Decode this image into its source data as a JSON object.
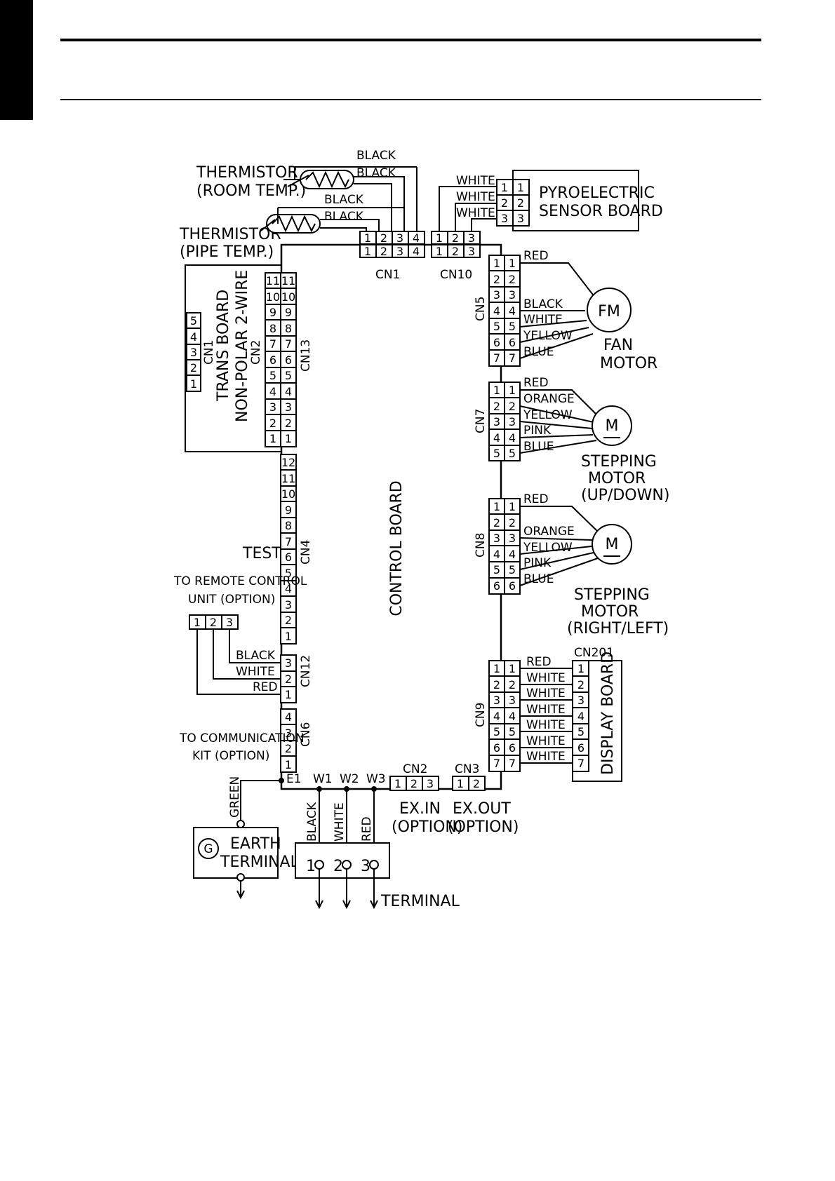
{
  "labels": {
    "thermistor_room_title": "THERMISTOR",
    "thermistor_room_sub": "(ROOM TEMP.)",
    "thermistor_pipe_title": "THERMISTOR",
    "thermistor_pipe_sub": "(PIPE TEMP.)",
    "pyro_line1": "PYROELECTRIC",
    "pyro_line2": "SENSOR BOARD",
    "cn1": "CN1",
    "cn10": "CN10",
    "cn5": "CN5",
    "cn7": "CN7",
    "cn8": "CN8",
    "cn9": "CN9",
    "cn201": "CN201",
    "cn13": "CN13",
    "cn4": "CN4",
    "cn12": "CN12",
    "cn6": "CN6",
    "cn2_bottom": "CN2",
    "cn3_bottom": "CN3",
    "trans_cn1": "CN1",
    "trans_cn2": "CN2",
    "trans_line1": "TRANS BOARD",
    "trans_line2": "NON-POLAR 2-WIRE",
    "control_board": "CONTROL BOARD",
    "fm": "FM",
    "fan_motor_1": "FAN",
    "fan_motor_2": "MOTOR",
    "step_ud_1": "STEPPING",
    "step_ud_2": "MOTOR",
    "step_ud_3": "(UP/DOWN)",
    "step_rl_1": "STEPPING",
    "step_rl_2": "MOTOR",
    "step_rl_3": "(RIGHT/LEFT)",
    "m_symbol": "M",
    "display_board": "DISPLAY BOARD",
    "test": "TEST",
    "remote_1": "TO REMOTE CONTROL",
    "remote_2": "UNIT (OPTION)",
    "comm_1": "TO COMMUNICATION",
    "comm_2": "KIT (OPTION)",
    "e1": "E1",
    "w1": "W1",
    "w2": "W2",
    "w3": "W3",
    "exin_1": "EX.IN",
    "exin_2": "(OPTION)",
    "exout_1": "EX.OUT",
    "exout_2": "(OPTION)",
    "earth_1": "EARTH",
    "earth_2": "TERMINAL",
    "earth_symbol": "G",
    "terminal": "TERMINAL",
    "t1": "1",
    "t2": "2",
    "t3": "3"
  },
  "wires": {
    "room_black_1": "BLACK",
    "room_black_2": "BLACK",
    "pipe_black_1": "BLACK",
    "pipe_black_2": "BLACK",
    "pyro_white_1": "WHITE",
    "pyro_white_2": "WHITE",
    "pyro_white_3": "WHITE",
    "cn5_red": "RED",
    "cn5_black": "BLACK",
    "cn5_white": "WHITE",
    "cn5_yellow": "YELLOW",
    "cn5_blue": "BLUE",
    "cn7_red": "RED",
    "cn7_orange": "ORANGE",
    "cn7_yellow": "YELLOW",
    "cn7_pink": "PINK",
    "cn7_blue": "BLUE",
    "cn8_red": "RED",
    "cn8_orange": "ORANGE",
    "cn8_yellow": "YELLOW",
    "cn8_pink": "PINK",
    "cn8_blue": "BLUE",
    "cn9_red": "RED",
    "cn9_white_1": "WHITE",
    "cn9_white_2": "WHITE",
    "cn9_white_3": "WHITE",
    "cn9_white_4": "WHITE",
    "cn9_white_5": "WHITE",
    "cn9_white_6": "WHITE",
    "cn12_black": "BLACK",
    "cn12_white": "WHITE",
    "cn12_red": "RED",
    "green": "GREEN",
    "w_black": "BLACK",
    "w_white": "WHITE",
    "w_red": "RED"
  },
  "pins": {
    "cn13": [
      "11",
      "10",
      "9",
      "8",
      "7",
      "6",
      "5",
      "4",
      "3",
      "2",
      "1"
    ],
    "cn4": [
      "12",
      "11",
      "10",
      "9",
      "8",
      "7",
      "6",
      "5",
      "4",
      "3",
      "2",
      "1"
    ],
    "cn12": [
      "3",
      "2",
      "1"
    ],
    "cn6": [
      "4",
      "3",
      "2",
      "1"
    ],
    "trans_cn1": [
      "5",
      "4",
      "3",
      "2",
      "1"
    ],
    "cn1_top": [
      "1",
      "2",
      "3",
      "4"
    ],
    "cn10_top": [
      "1",
      "2",
      "3"
    ],
    "pyro": [
      "1",
      "2",
      "3"
    ],
    "cn5": [
      "1",
      "2",
      "3",
      "4",
      "5",
      "6",
      "7"
    ],
    "cn7": [
      "1",
      "2",
      "3",
      "4",
      "5"
    ],
    "cn8": [
      "1",
      "2",
      "3",
      "4",
      "5",
      "6"
    ],
    "cn9": [
      "1",
      "2",
      "3",
      "4",
      "5",
      "6",
      "7"
    ],
    "cn201": [
      "1",
      "2",
      "3",
      "4",
      "5",
      "6",
      "7"
    ],
    "remote": [
      "1",
      "2",
      "3"
    ],
    "cn2_bottom": [
      "1",
      "2",
      "3"
    ],
    "cn3_bottom": [
      "1",
      "2"
    ]
  }
}
